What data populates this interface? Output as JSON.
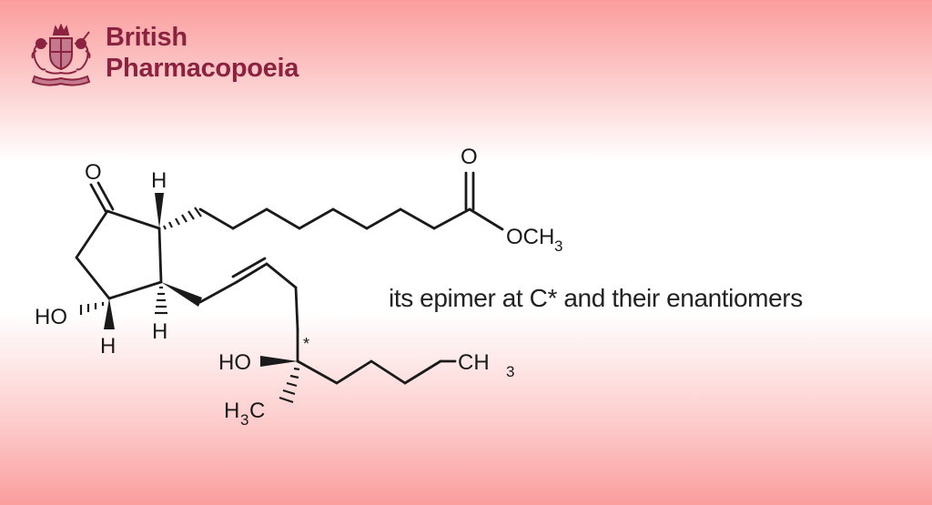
{
  "brand": {
    "line1": "British",
    "line2": "Pharmacopoeia",
    "color": "#8b2340"
  },
  "structure": {
    "labels": {
      "ketone_o": "O",
      "ester_o": "O",
      "methoxy": "OCH",
      "methoxy_sub": "3",
      "h_top": "H",
      "ho_ring": "HO",
      "h_ring_lower": "H",
      "h_ring_mid": "H",
      "ho_chain": "HO",
      "star": "*",
      "ch3_end": "CH",
      "ch3_end_sub": "3",
      "h3c_h": "H",
      "h3c_sub": "3",
      "h3c_c": "C"
    },
    "caption": "its epimer at C* and their enantiomers"
  }
}
